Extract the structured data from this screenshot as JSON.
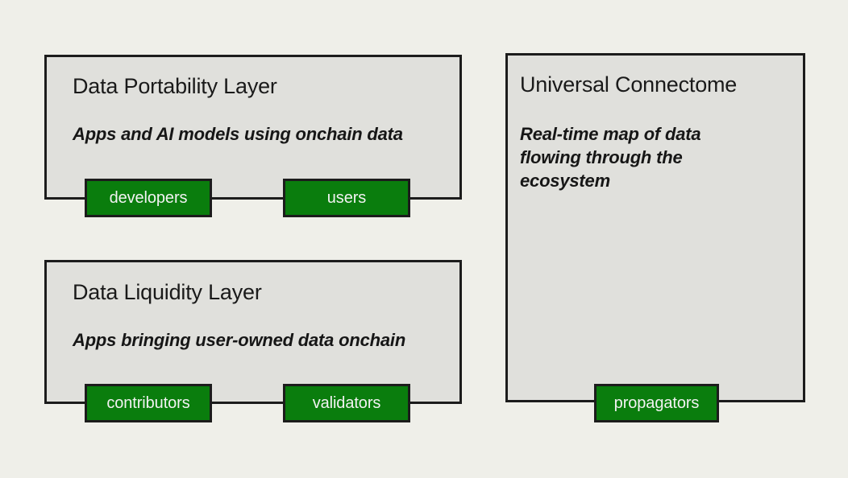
{
  "canvas": {
    "background_color": "#efefe9",
    "panel_fill_color": "#e0e0dc",
    "panel_border_color": "#1c1c1c",
    "chip_fill_color": "#0a7d0d",
    "chip_text_color": "#f2f2f2"
  },
  "panels": [
    {
      "id": "portability",
      "title": "Data Portability Layer",
      "subtitle": "Apps and AI models using onchain data"
    },
    {
      "id": "liquidity",
      "title": "Data Liquidity Layer",
      "subtitle": "Apps bringing user-owned data onchain"
    },
    {
      "id": "connectome",
      "title": "Universal Connectome",
      "subtitle": "Real-time map of data flowing through the ecosystem"
    }
  ],
  "chips": [
    {
      "id": "developers",
      "label": "developers"
    },
    {
      "id": "users",
      "label": "users"
    },
    {
      "id": "contributors",
      "label": "contributors"
    },
    {
      "id": "validators",
      "label": "validators"
    },
    {
      "id": "propagators",
      "label": "propagators"
    }
  ]
}
